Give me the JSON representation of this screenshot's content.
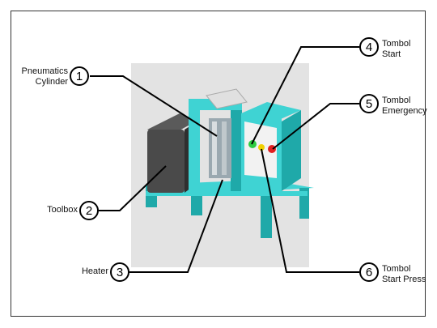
{
  "callouts": [
    {
      "number": "1",
      "label": "Pneumatics\nCylinder"
    },
    {
      "number": "2",
      "label": "Toolbox"
    },
    {
      "number": "3",
      "label": "Heater"
    },
    {
      "number": "4",
      "label": "Tombol\nStart"
    },
    {
      "number": "5",
      "label": "Tombol\nEmergency"
    },
    {
      "number": "6",
      "label": "Tombol\nStart Press"
    }
  ],
  "colors": {
    "frame": "#3fd3d3",
    "frame_dark": "#1fa9a9",
    "toolbox": "#4a4a4a",
    "panel": "#f2f2f2",
    "button_start": "#2ecc40",
    "button_emergency": "#e02020",
    "button_press": "#f0d000",
    "background_photo": "#e3e3e3",
    "callout_line": "#000000"
  }
}
